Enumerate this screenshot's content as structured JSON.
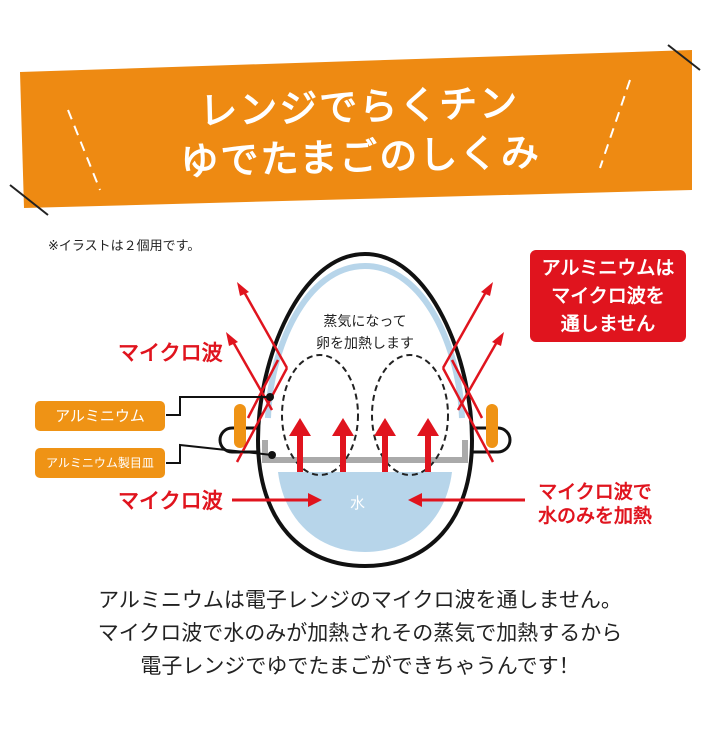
{
  "banner": {
    "title_line1": "レンジでらくチン",
    "title_line2": "ゆでたまごのしくみ",
    "color": "#ee8a12"
  },
  "note": "※イラストは２個用です。",
  "callout": {
    "line1": "アルミニウムは",
    "line2": "マイクロ波を",
    "line3": "通しません",
    "color": "#e0141e"
  },
  "diagram": {
    "steam_line1": "蒸気になって",
    "steam_line2": "卵を加熱します",
    "microwave_upper": "マイクロ波",
    "microwave_lower": "マイクロ波",
    "label_aluminum": "アルミニウム",
    "label_plate": "アルミニウム製目皿",
    "water": "水",
    "heat_line1": "マイクロ波で",
    "heat_line2": "水のみを加熱"
  },
  "body": {
    "line1": "アルミニウムは電子レンジのマイクロ波を通しません。",
    "line2": "マイクロ波で水のみが加熱されその蒸気で加熱するから",
    "line3": "電子レンジでゆでたまごができちゃうんです！"
  }
}
